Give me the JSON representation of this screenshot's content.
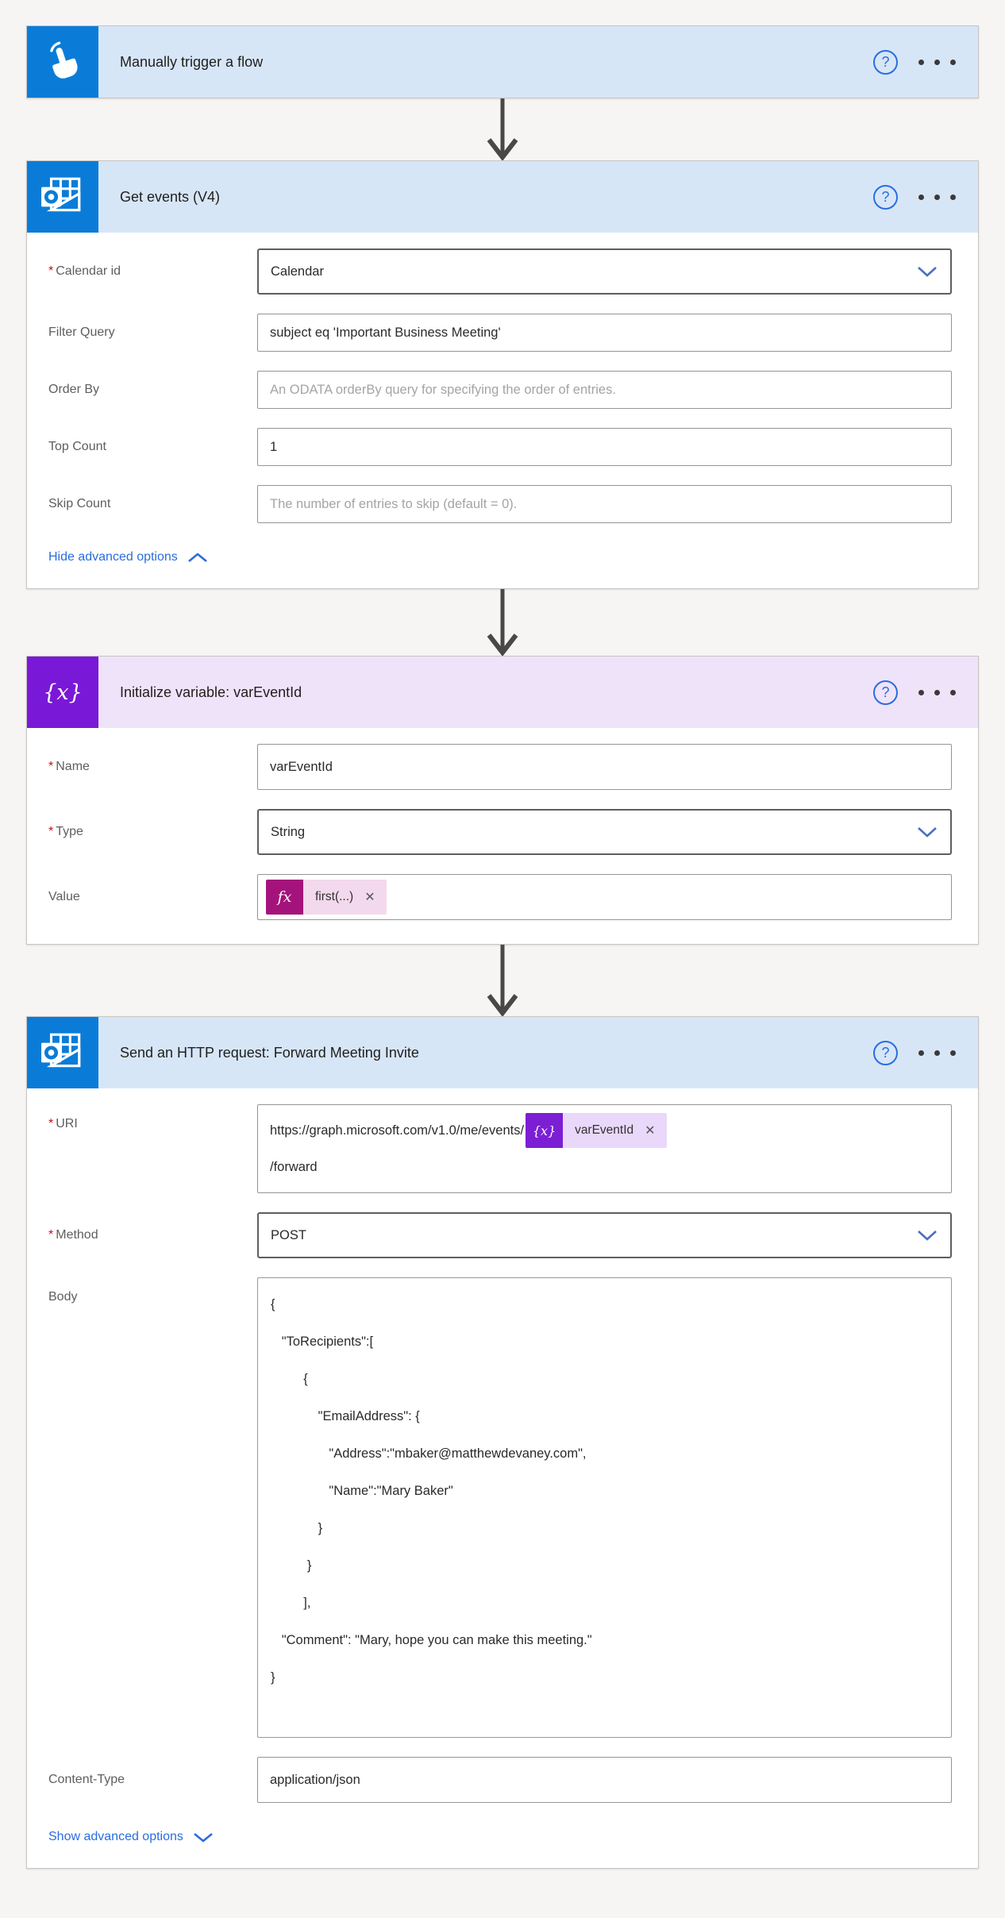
{
  "required_mark": "*",
  "help_glyph": "?",
  "dismiss_glyph": "✕",
  "colors": {
    "page_bg": "#f6f5f3",
    "blue_header_bg": "#d7e6f7",
    "blue_icon_bg": "#0a7cd8",
    "purple_header_bg": "#efe3fa",
    "purple_icon_bg": "#7a18d8",
    "link_blue": "#2a6de0",
    "fx_tile_bg": "#a4137c",
    "fx_chip_bg": "#f3d9ed",
    "variable_tile_bg": "#7c1fd4",
    "variable_chip_bg": "#e9d8fa",
    "required_red": "#c50f1f"
  },
  "trigger_card": {
    "title": "Manually trigger a flow"
  },
  "get_events_card": {
    "title": "Get events (V4)",
    "calendar_id": {
      "label": "Calendar id",
      "value": "Calendar"
    },
    "filter_query": {
      "label": "Filter Query",
      "value": "subject eq 'Important Business Meeting'"
    },
    "order_by": {
      "label": "Order By",
      "placeholder": "An ODATA orderBy query for specifying the order of entries."
    },
    "top_count": {
      "label": "Top Count",
      "value": "1"
    },
    "skip_count": {
      "label": "Skip Count",
      "placeholder": "The number of entries to skip (default = 0)."
    },
    "advanced_link": "Hide advanced options"
  },
  "init_variable_card": {
    "title": "Initialize variable: varEventId",
    "icon_glyph": "{x}",
    "name": {
      "label": "Name",
      "value": "varEventId"
    },
    "type": {
      "label": "Type",
      "value": "String"
    },
    "value": {
      "label": "Value",
      "token_icon": "fx",
      "token_label": "first(...)"
    }
  },
  "http_card": {
    "title": "Send an HTTP request: Forward Meeting Invite",
    "uri": {
      "label": "URI",
      "text_before": "https://graph.microsoft.com/v1.0/me/events/",
      "token_icon": "{x}",
      "token_label": "varEventId",
      "text_after": "/forward"
    },
    "method": {
      "label": "Method",
      "value": "POST"
    },
    "body": {
      "label": "Body",
      "lines": [
        "{",
        "   \"ToRecipients\":[",
        "         {",
        "             \"EmailAddress\": {",
        "                \"Address\":\"mbaker@matthewdevaney.com\",",
        "                \"Name\":\"Mary Baker\"",
        "             }",
        "          }",
        "         ],",
        "   \"Comment\": \"Mary, hope you can make this meeting.\"",
        "}"
      ]
    },
    "content_type": {
      "label": "Content-Type",
      "value": "application/json"
    },
    "advanced_link": "Show advanced options"
  }
}
